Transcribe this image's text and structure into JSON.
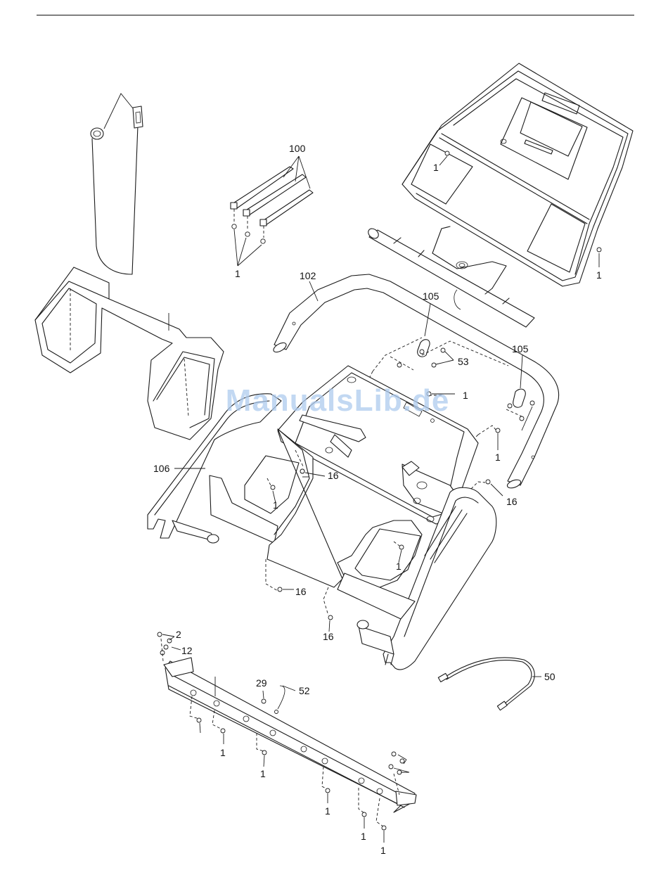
{
  "watermark": "ManualsLib.de",
  "callouts": {
    "c100": "100",
    "c1a": "1",
    "c1b": "1",
    "c1c": "1",
    "c102": "102",
    "c105a": "105",
    "c105b": "105",
    "c53": "53",
    "c1d": "1",
    "c1e": "1",
    "c106": "106",
    "c16a": "16",
    "c1f": "1",
    "c16b": "16",
    "c1g": "1",
    "c16c": "16",
    "c16d": "16",
    "c2": "2",
    "c12": "12",
    "c29": "29",
    "c52": "52",
    "c50": "50",
    "c1h": "1",
    "c1i": "1",
    "c1j": "1",
    "c1k": "1",
    "c1l": "1"
  }
}
